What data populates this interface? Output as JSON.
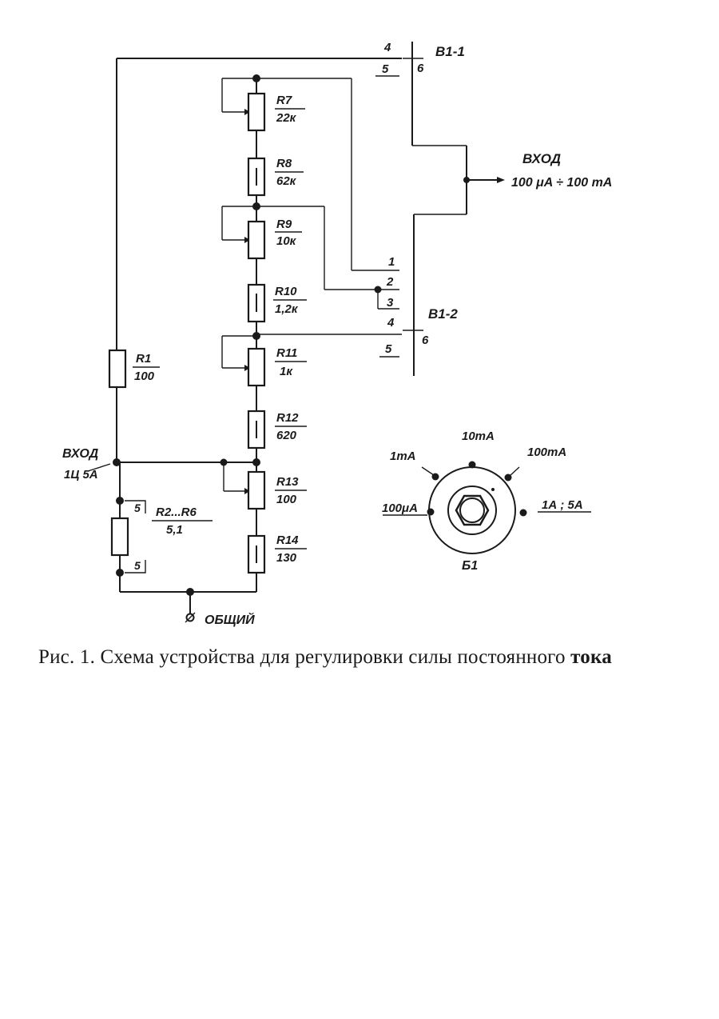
{
  "switch_b1_1": {
    "label": "В1-1",
    "pin_a": "4",
    "pin_b": "5",
    "pin_c": "6"
  },
  "switch_b1_2": {
    "label": "В1-2",
    "pin_1": "1",
    "pin_2": "2",
    "pin_3": "3",
    "pin_4": "4",
    "pin_5": "5",
    "pin_6": "6"
  },
  "input_main": {
    "label": "ВХОД",
    "range": "100 μA ÷ 100 mA"
  },
  "input_high": {
    "label": "ВХОД",
    "range": "1Ц 5А"
  },
  "common": {
    "label": "ОБЩИЙ"
  },
  "resistors": {
    "r1": {
      "name": "R1",
      "value": "100"
    },
    "r7": {
      "name": "R7",
      "value": "22к"
    },
    "r8": {
      "name": "R8",
      "value": "62к"
    },
    "r9": {
      "name": "R9",
      "value": "10к"
    },
    "r10": {
      "name": "R10",
      "value": "1,2к"
    },
    "r11": {
      "name": "R11",
      "value": "1к"
    },
    "r12": {
      "name": "R12",
      "value": "620"
    },
    "r13": {
      "name": "R13",
      "value": "100"
    },
    "r14": {
      "name": "R14",
      "value": "130"
    },
    "r2r6": {
      "name": "R2...R6",
      "value": "5,1",
      "mark_a": "5",
      "mark_b": "5"
    }
  },
  "knob": {
    "label": "Б1",
    "positions": {
      "p100ua": "100μA",
      "p1ma": "1mA",
      "p10ma": "10mA",
      "p100ma": "100mA",
      "p1a5a": "1А ; 5А"
    }
  },
  "caption": {
    "text": "Рис. 1. Схема устройства для регулировки силы постоянного",
    "bold": "тока"
  }
}
